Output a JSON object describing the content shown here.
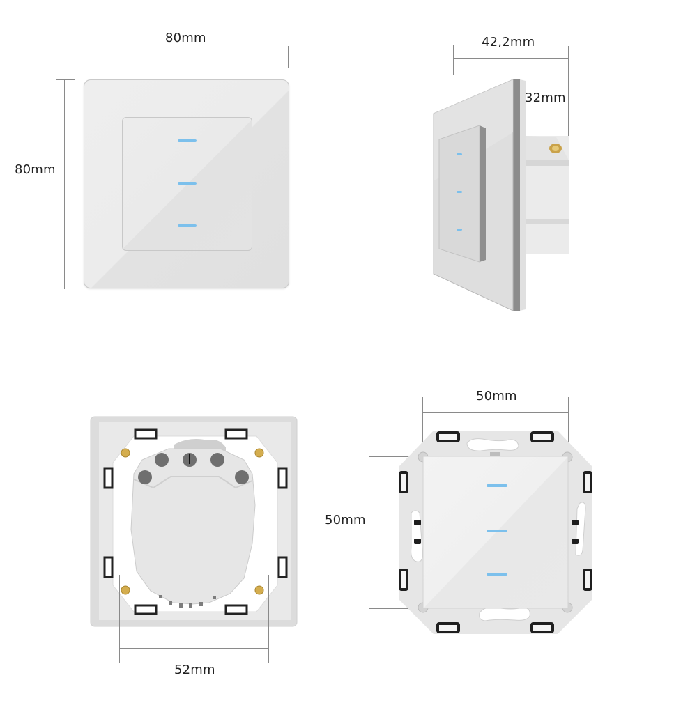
{
  "diagram": {
    "subject": "3-gang touch light switch",
    "led_color": "#7cc0ec",
    "views": [
      {
        "id": "front",
        "name": "Front view",
        "dimensions": {
          "width": "80mm",
          "height": "80mm"
        },
        "led_indicators": 3
      },
      {
        "id": "side",
        "name": "Side view",
        "dimensions": {
          "total_depth": "42,2mm",
          "in_wall_depth": "32mm"
        },
        "led_indicators": 3
      },
      {
        "id": "back",
        "name": "Back view",
        "dimensions": {
          "module_width": "52mm"
        }
      },
      {
        "id": "module",
        "name": "Module without frame",
        "dimensions": {
          "width": "50mm",
          "height": "50mm"
        },
        "led_indicators": 3
      }
    ]
  },
  "labels": {
    "front_width": "80mm",
    "front_height": "80mm",
    "side_total_depth": "42,2mm",
    "side_in_wall_depth": "32mm",
    "back_width": "52mm",
    "module_width": "50mm",
    "module_height": "50mm"
  }
}
